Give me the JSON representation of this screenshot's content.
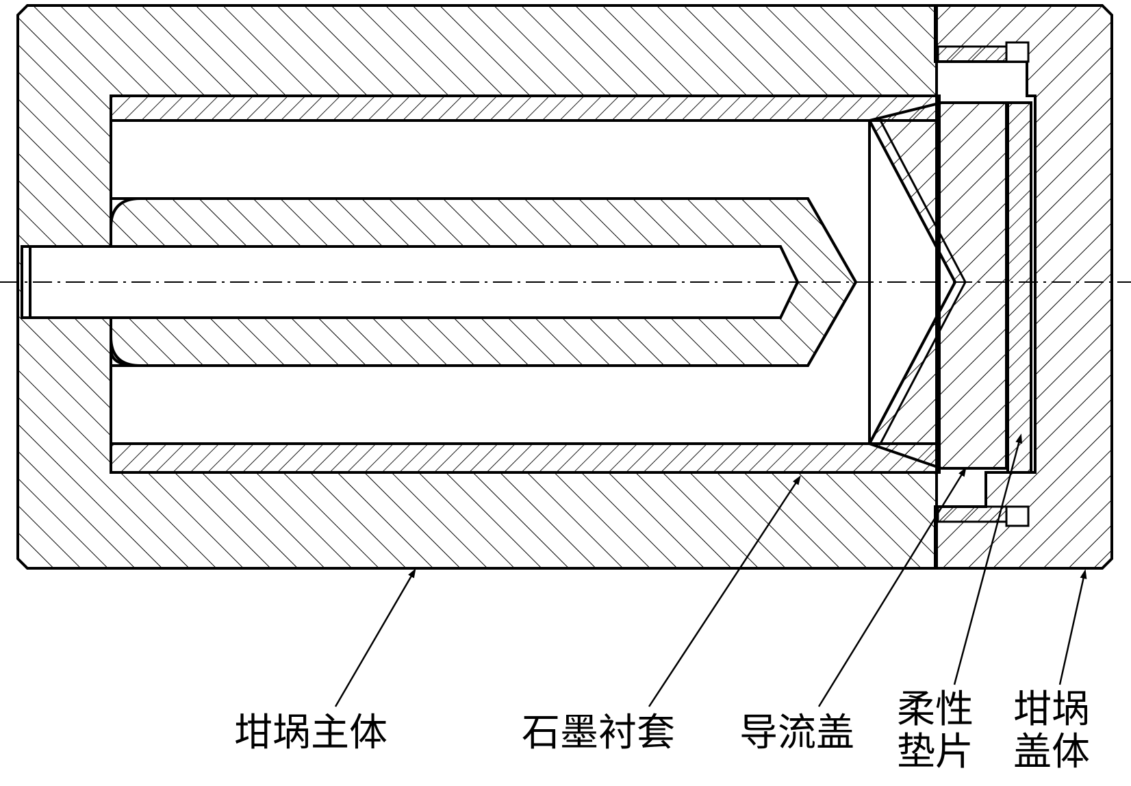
{
  "colors": {
    "stroke": "#000000",
    "background": "#ffffff"
  },
  "labels": {
    "crucible_body": "坩埚主体",
    "graphite_liner": "石墨衬套",
    "guide_cover": "导流盖",
    "flexible_gasket_line1": "柔性",
    "flexible_gasket_line2": "垫片",
    "crucible_lid_line1": "坩埚",
    "crucible_lid_line2": "盖体"
  }
}
